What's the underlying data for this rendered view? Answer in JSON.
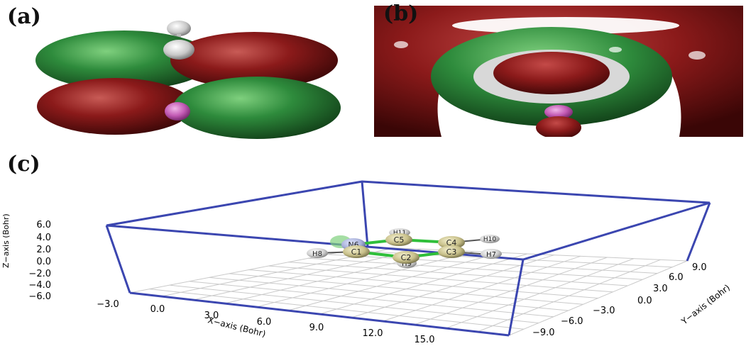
{
  "panels": {
    "a": {
      "label": "(a)"
    },
    "b": {
      "label": "(b)"
    },
    "c": {
      "label": "(c)"
    }
  },
  "colors": {
    "lobe_green": "#2e8b3c",
    "lobe_red": "#8b1a1a",
    "nitrogen_pink": "#c35bb5",
    "hydrogen_white": "#e8e8e8",
    "box_blue": "#3b46b0",
    "bond_green": "#2fbf3a",
    "atom_carbon": "#c8c08a"
  },
  "plot3d": {
    "axes": {
      "x": {
        "label": "X−axis (Bohr)",
        "ticks": [
          "−3.0",
          "0.0",
          "3.0",
          "6.0",
          "9.0",
          "12.0",
          "15.0"
        ]
      },
      "y": {
        "label": "Y−axis (Bohr)",
        "ticks": [
          "−9.0",
          "−6.0",
          "−3.0",
          "0.0",
          "3.0",
          "6.0",
          "9.0"
        ]
      },
      "z": {
        "label": "Z−axis (Bohr)",
        "ticks": [
          "6.0",
          "4.0",
          "2.0",
          "0.0",
          "−2.0",
          "−4.0",
          "−6.0"
        ]
      }
    },
    "atoms": {
      "N6": "N6",
      "C5": "C5",
      "C4": "C4",
      "C1": "C1",
      "C2": "C2",
      "C3": "C3",
      "H11": "H11",
      "H10": "H10",
      "H8": "H8",
      "H9": "H9",
      "H7": "H7"
    }
  }
}
